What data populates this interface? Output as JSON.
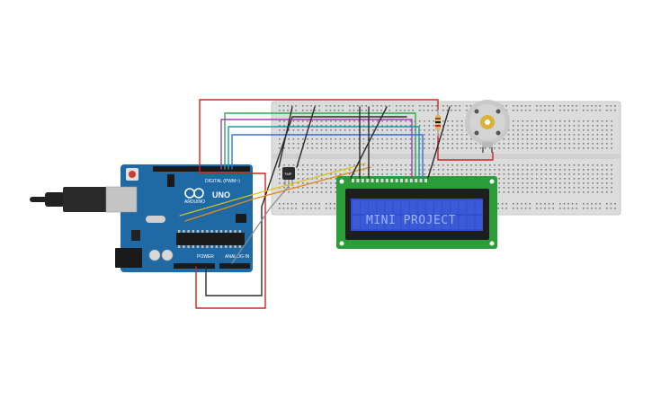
{
  "lcd": {
    "text": "MINI PROJECT",
    "bezel_color": "#2a9d3a",
    "screen_color": "#2f4fcf"
  },
  "arduino": {
    "brand": "UNO",
    "sub_brand": "ARDUINO",
    "digital_header": "DIGITAL (PWM~)",
    "power_header": "POWER",
    "analog_header": "ANALOG IN",
    "board_color": "#1f6aa5"
  },
  "sensor": {
    "label": "TMP"
  },
  "motor": {
    "body_color": "#c9c9c9"
  },
  "wire_colors": {
    "red": "#d32222",
    "black": "#2b2b2b",
    "green": "#2fa84f",
    "purple": "#a23fb4",
    "teal": "#1c9aa8",
    "blue": "#3d6fd6",
    "orange": "#e28a1d",
    "gray": "#8a8a8a",
    "yellow": "#d6c21c"
  }
}
